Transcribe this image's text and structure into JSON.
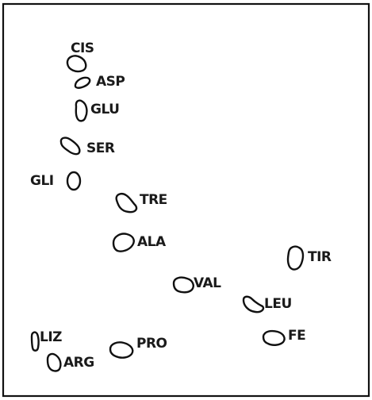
{
  "spots": [
    {
      "key": "cis",
      "label": "CIS"
    },
    {
      "key": "asp",
      "label": "ASP"
    },
    {
      "key": "glu",
      "label": "GLU"
    },
    {
      "key": "ser",
      "label": "SER"
    },
    {
      "key": "gli",
      "label": "GLI"
    },
    {
      "key": "tre",
      "label": "TRE"
    },
    {
      "key": "ala",
      "label": "ALA"
    },
    {
      "key": "tir",
      "label": "TIR"
    },
    {
      "key": "val",
      "label": "VAL"
    },
    {
      "key": "leu",
      "label": "LEU"
    },
    {
      "key": "fe",
      "label": "FE"
    },
    {
      "key": "liz",
      "label": "LIZ"
    },
    {
      "key": "pro",
      "label": "PRO"
    },
    {
      "key": "arg",
      "label": "ARG"
    }
  ]
}
